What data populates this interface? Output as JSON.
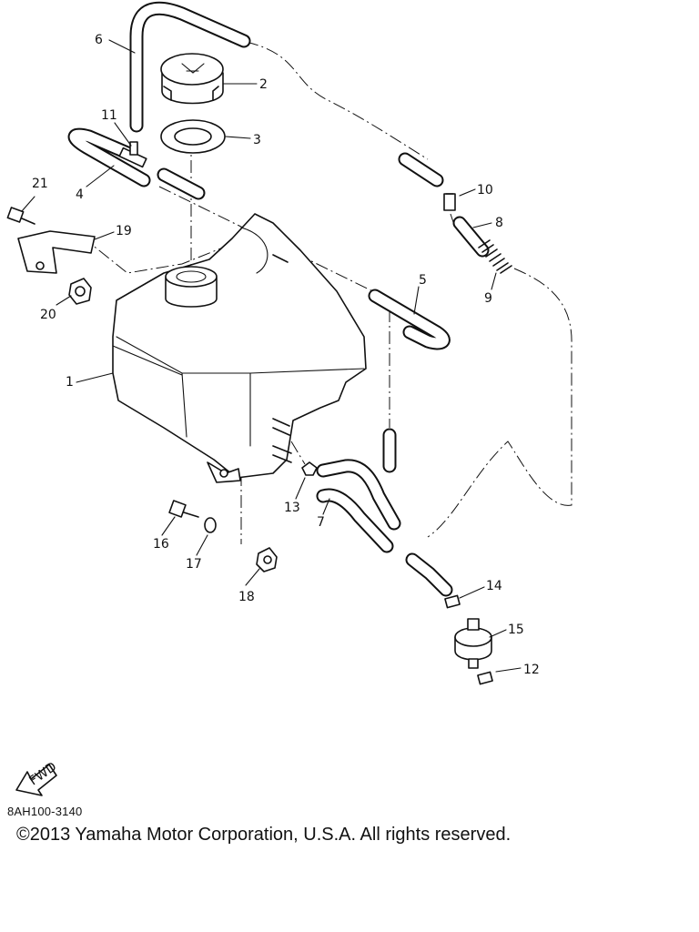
{
  "callouts": [
    "1",
    "2",
    "3",
    "4",
    "5",
    "6",
    "7",
    "8",
    "9",
    "10",
    "11",
    "12",
    "13",
    "14",
    "15",
    "16",
    "17",
    "18",
    "19",
    "20",
    "21"
  ],
  "footer": {
    "part_code": "8AH100-3140",
    "copyright": "©2013 Yamaha Motor Corporation, U.S.A. All rights reserved."
  },
  "fwd_badge": "FWD",
  "colors": {
    "ink": "#111111",
    "background": "#ffffff"
  }
}
